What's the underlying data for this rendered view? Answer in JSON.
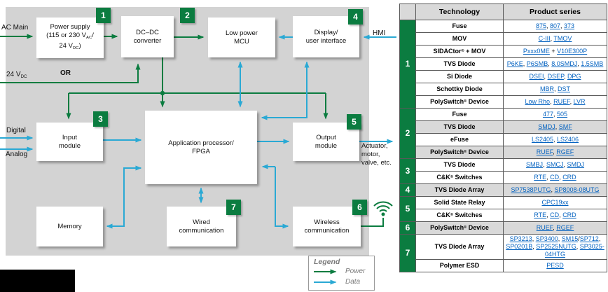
{
  "diagram": {
    "colors": {
      "power_green": "#0b7c40",
      "data_blue": "#2aa9d4",
      "link_blue": "#0563c1"
    },
    "blocks": {
      "power_supply": {
        "badge": "1",
        "label_html": "Power supply<br>(115 or 230 V<sub>AC</sub>/<br>24 V<sub>DC</sub>)"
      },
      "dcdc_converter": {
        "badge": "2",
        "label_html": "DC–DC<br>converter"
      },
      "low_power_mcu": {
        "label_html": "Low power<br>MCU"
      },
      "display_ui": {
        "badge": "4",
        "label_html": "Display/<br>user interface"
      },
      "input_module": {
        "badge": "3",
        "label_html": "Input<br>module"
      },
      "app_processor": {
        "label_html": "Application processor/<br>FPGA"
      },
      "output_module": {
        "badge": "5",
        "label_html": "Output<br>module"
      },
      "memory": {
        "label_html": "Memory"
      },
      "wired_comm": {
        "badge": "7",
        "label_html": "Wired<br>communication"
      },
      "wireless_comm": {
        "badge": "6",
        "label_html": "Wireless<br>communication"
      }
    },
    "labels": {
      "ac_main": "AC Main",
      "v24_html": "24 V<sub>DC</sub>",
      "or": "OR",
      "digital": "Digital",
      "analog": "Analog",
      "hmi": "HMI",
      "actuator_html": "Actuator,<br>motor,<br>valve, etc."
    },
    "legend": {
      "title": "Legend",
      "power_label": "Power",
      "data_label": "Data"
    }
  },
  "table": {
    "headers": [
      "Technology",
      "Product series"
    ],
    "groups": [
      {
        "num": "1",
        "rows": [
          {
            "tech": "Fuse",
            "products": [
              {
                "t": "875",
                "l": 1
              },
              {
                "t": ", "
              },
              {
                "t": "807",
                "l": 1
              },
              {
                "t": ", "
              },
              {
                "t": "373",
                "l": 1
              }
            ]
          },
          {
            "tech": "MOV",
            "products": [
              {
                "t": "C-III",
                "l": 1
              },
              {
                "t": ", "
              },
              {
                "t": "TMOV",
                "l": 1
              }
            ]
          },
          {
            "tech": "SIDACtor® + MOV",
            "products": [
              {
                "t": "Pxxx0ME",
                "l": 1
              },
              {
                "t": " + "
              },
              {
                "t": "V10E300P",
                "l": 1
              }
            ]
          },
          {
            "tech": "TVS Diode",
            "products": [
              {
                "t": "P6KE",
                "l": 1
              },
              {
                "t": ", "
              },
              {
                "t": "P6SMB",
                "l": 1
              },
              {
                "t": ", "
              },
              {
                "t": "8.0SMDJ",
                "l": 1
              },
              {
                "t": ", "
              },
              {
                "t": "1.5SMB",
                "l": 1
              }
            ]
          },
          {
            "tech": "Si Diode",
            "products": [
              {
                "t": "DSEI",
                "l": 1
              },
              {
                "t": ", "
              },
              {
                "t": "DSEP",
                "l": 1
              },
              {
                "t": ", "
              },
              {
                "t": "DPG",
                "l": 1
              }
            ]
          },
          {
            "tech": "Schottky Diode",
            "products": [
              {
                "t": "MBR",
                "l": 1
              },
              {
                "t": ", "
              },
              {
                "t": "DST",
                "l": 1
              }
            ]
          },
          {
            "tech": "PolySwitch® Device",
            "products": [
              {
                "t": "Low Rho",
                "l": 1
              },
              {
                "t": ", "
              },
              {
                "t": "RUEF",
                "l": 1
              },
              {
                "t": ", "
              },
              {
                "t": "LVR",
                "l": 1
              }
            ]
          }
        ]
      },
      {
        "num": "2",
        "rows": [
          {
            "tech": "Fuse",
            "products": [
              {
                "t": "477",
                "l": 1
              },
              {
                "t": ", "
              },
              {
                "t": "505",
                "l": 1
              }
            ]
          },
          {
            "tech": "TVS Diode",
            "shaded": true,
            "products": [
              {
                "t": "SMDJ",
                "l": 1
              },
              {
                "t": ", "
              },
              {
                "t": "SMF",
                "l": 1
              }
            ]
          },
          {
            "tech": "eFuse",
            "products": [
              {
                "t": "LS2405",
                "l": 1
              },
              {
                "t": ", "
              },
              {
                "t": "LS2406",
                "l": 1
              }
            ]
          },
          {
            "tech": "PolySwitch® Device",
            "shaded": true,
            "products": [
              {
                "t": "RUEF",
                "l": 1
              },
              {
                "t": ", "
              },
              {
                "t": "RGEF",
                "l": 1
              }
            ]
          }
        ]
      },
      {
        "num": "3",
        "rows": [
          {
            "tech": "TVS Diode",
            "products": [
              {
                "t": "SMBJ",
                "l": 1
              },
              {
                "t": ", "
              },
              {
                "t": "SMCJ",
                "l": 1
              },
              {
                "t": ", "
              },
              {
                "t": "SMDJ",
                "l": 1
              }
            ]
          },
          {
            "tech": "C&K® Switches",
            "products": [
              {
                "t": "RTE",
                "l": 1
              },
              {
                "t": ", "
              },
              {
                "t": "CD",
                "l": 1
              },
              {
                "t": ", "
              },
              {
                "t": "CRD",
                "l": 1
              }
            ]
          }
        ]
      },
      {
        "num": "4",
        "rows": [
          {
            "tech": "TVS Diode Array",
            "shaded": true,
            "products": [
              {
                "t": "SP7538PUTG",
                "l": 1
              },
              {
                "t": ", "
              },
              {
                "t": "SP8008-08UTG",
                "l": 1
              }
            ]
          }
        ]
      },
      {
        "num": "5",
        "rows": [
          {
            "tech": "Solid State Relay",
            "products": [
              {
                "t": "CPC19xx",
                "l": 1
              }
            ]
          },
          {
            "tech": "C&K® Switches",
            "products": [
              {
                "t": "RTE",
                "l": 1
              },
              {
                "t": ", "
              },
              {
                "t": "CD",
                "l": 1
              },
              {
                "t": ", "
              },
              {
                "t": "CRD",
                "l": 1
              }
            ]
          }
        ]
      },
      {
        "num": "6",
        "rows": [
          {
            "tech": "PolySwitch® Device",
            "shaded": true,
            "products": [
              {
                "t": "RUEF",
                "l": 1
              },
              {
                "t": ", "
              },
              {
                "t": "RGEF",
                "l": 1
              }
            ]
          }
        ]
      },
      {
        "num": "7",
        "rows": [
          {
            "tech": "TVS Diode Array",
            "products": [
              {
                "t": "SP3213",
                "l": 1
              },
              {
                "t": ", "
              },
              {
                "t": "SP3400",
                "l": 1
              },
              {
                "t": ", "
              },
              {
                "t": "SM15",
                "l": 1
              },
              {
                "t": "/"
              },
              {
                "t": "SP712",
                "l": 1
              },
              {
                "t": ", "
              },
              {
                "t": "SP0201B",
                "l": 1
              },
              {
                "t": ", "
              },
              {
                "t": "SP2525NUTG",
                "l": 1
              },
              {
                "t": ", "
              },
              {
                "t": "SP3025-04HTG",
                "l": 1
              }
            ]
          },
          {
            "tech": "Polymer ESD",
            "products": [
              {
                "t": "PESD",
                "l": 1
              }
            ]
          }
        ]
      }
    ]
  }
}
